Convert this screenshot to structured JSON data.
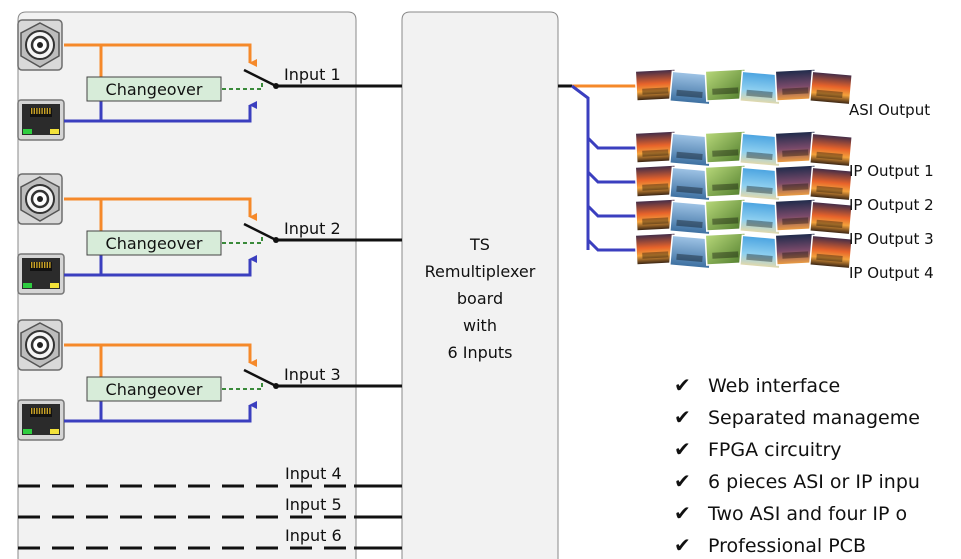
{
  "colors": {
    "asi": "#f5892a",
    "ip": "#3b3fbf",
    "control": "#3a8a3a",
    "signal": "#111111",
    "changeover_fill": "#d7ecd9",
    "panel_fill": "#f2f2f2"
  },
  "inputs": [
    {
      "label": "Input 1",
      "changeover": "Changeover"
    },
    {
      "label": "Input 2",
      "changeover": "Changeover"
    },
    {
      "label": "Input 3",
      "changeover": "Changeover"
    }
  ],
  "extra_inputs": [
    "Input 4",
    "Input 5",
    "Input 6"
  ],
  "board": {
    "lines": [
      "TS",
      "Remultiplexer",
      "board",
      "with",
      "6 Inputs"
    ]
  },
  "outputs": [
    "ASI Output",
    "IP Output 1",
    "IP Output 2",
    "IP Output 3",
    "IP Output 4"
  ],
  "features": [
    "Web interface",
    "Separated manageme",
    "FPGA circuitry",
    "6 pieces ASI or IP inpu",
    "Two ASI and four IP o",
    "Professional PCB"
  ],
  "icons": {
    "asi_connector": "bnc-connector-icon",
    "ip_connector": "rj45-port-icon",
    "check": "checkmark-icon",
    "thumbnail": "video-thumbnail-icon"
  }
}
